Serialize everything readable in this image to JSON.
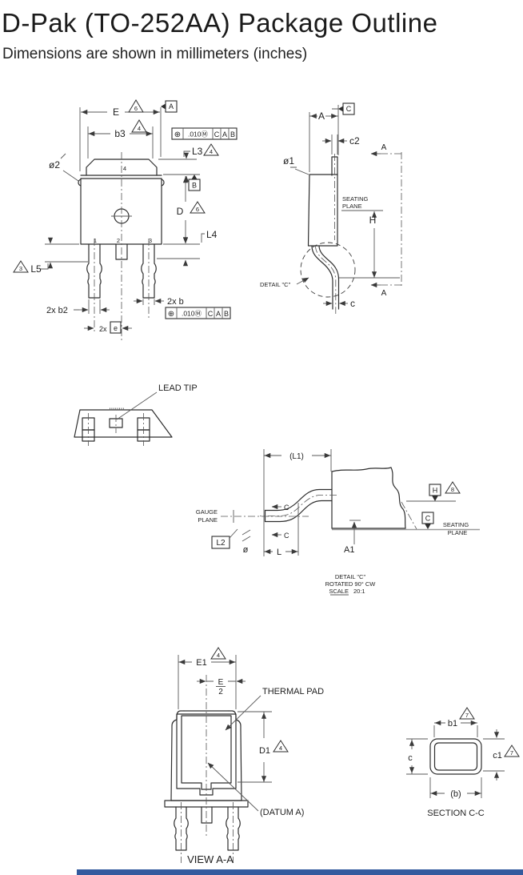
{
  "header": {
    "title": "D-Pak (TO-252AA) Package Outline",
    "subtitle": "Dimensions are shown in millimeters (inches)"
  },
  "colors": {
    "line": "#2e2e2e",
    "dim_line": "#5a5a5a",
    "accent_bar": "#335a9e",
    "background": "#ffffff"
  },
  "front_view": {
    "dim_e": "E",
    "note_6a": "6",
    "datum_a": "A",
    "dim_b3": "b3",
    "note_4a": "4",
    "fcf": {
      "symbol": "⊕",
      "tolerance": ".010Ⓜ",
      "datum_1": "C",
      "datum_2": "A",
      "datum_3": "B"
    },
    "dim_l3": "L3",
    "note_4b": "4",
    "dim_phi2": "ø2",
    "datum_b": "B",
    "dim_d": "D",
    "note_6b": "6",
    "dim_l4": "L4",
    "note_3": "3",
    "dim_l5": "L5",
    "dim_b2": "2x b2",
    "dim_b": "2x b",
    "dim_e_pitch_prefix": "2x",
    "dim_e_pitch": "e",
    "pin_1": "1",
    "pin_2": "2",
    "pin_3": "3",
    "pin_4": "4"
  },
  "side_view": {
    "dim_a": "A",
    "datum_c": "C",
    "dim_c2": "c2",
    "dim_phi1": "ø1",
    "seating_plane": [
      "SEATING",
      "PLANE"
    ],
    "dim_h": "H",
    "dim_c": "c",
    "detail_label": "DETAIL \"C\"",
    "section_arrow_top": "A",
    "section_arrow_bottom": "A"
  },
  "lead_tip_view": {
    "label": "LEAD TIP"
  },
  "detail_c": {
    "dim_l1": "(L1)",
    "gauge_plane": [
      "GAUGE",
      "PLANE"
    ],
    "section_top": "C",
    "section_bottom": "C",
    "dim_l2": "L2",
    "dim_phi": "ø",
    "dim_l": "L",
    "dim_a1": "A1",
    "flag_h": "H",
    "note_8": "8",
    "flag_c": "C",
    "seating_plane": [
      "SEATING",
      "PLANE"
    ],
    "caption_line1": "DETAIL \"C\"",
    "caption_line2": "ROTATED 90° CW",
    "caption_scale_label": "SCALE",
    "caption_scale_value": "20:1"
  },
  "view_aa": {
    "dim_e1": "E1",
    "note_4a": "4",
    "dim_e_half_num": "E",
    "dim_e_half_den": "2",
    "thermal_pad": "THERMAL PAD",
    "dim_d1": "D1",
    "note_4b": "4",
    "datum_a_ref": "(DATUM A)",
    "caption": "VIEW A-A"
  },
  "section_cc": {
    "dim_b1": "b1",
    "note_7a": "7",
    "dim_c": "c",
    "dim_c1": "c1",
    "note_7b": "7",
    "dim_b": "(b)",
    "caption": "SECTION C-C"
  }
}
